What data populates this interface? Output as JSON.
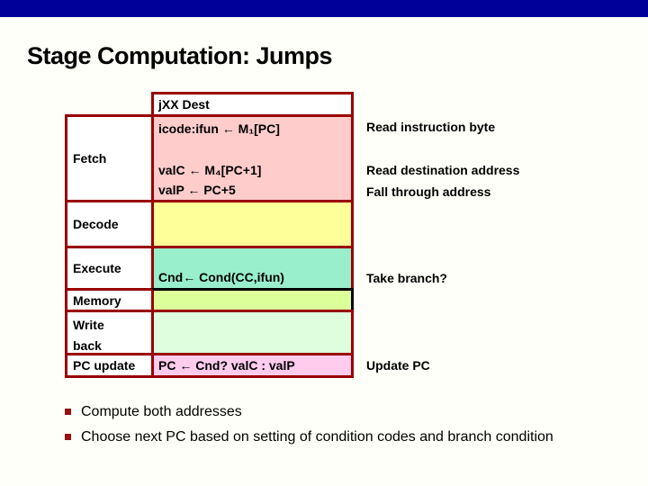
{
  "title": "Stage Computation: Jumps",
  "colors": {
    "top_bar": "#000099",
    "table_border": "#990000",
    "memory_highlight_border": "#000000",
    "fetch_bg": "#FFCCCC",
    "decode_bg": "#FFFF99",
    "execute_bg": "#99EECC",
    "memory_bg": "#DDFF99",
    "writeback_bg": "#DDFFDD",
    "pcupdate_bg": "#FFCCEE",
    "bullet_marker": "#991111",
    "background": "#FFFFF9"
  },
  "table": {
    "instruction": "jXX Dest",
    "stages": [
      {
        "label": "Fetch",
        "lines": [
          "icode:ifun ← M₁[PC]",
          "valC ← M₄[PC+1]",
          "valP ← PC+5"
        ]
      },
      {
        "label": "Decode",
        "lines": []
      },
      {
        "label": "Execute",
        "lines": [
          "Cnd← Cond(CC,ifun)"
        ]
      },
      {
        "label": "Memory",
        "lines": []
      },
      {
        "label": "Write back",
        "lines": []
      },
      {
        "label": "PC update",
        "lines": [
          "PC ← Cnd? valC : valP"
        ]
      }
    ]
  },
  "annotations": [
    {
      "text": "Read instruction byte"
    },
    {
      "text": "Read destination address"
    },
    {
      "text": "Fall through address"
    },
    {
      "text": "Take branch?"
    },
    {
      "text": "Update PC"
    }
  ],
  "bullets": [
    "Compute both addresses",
    "Choose next PC based on setting of condition codes and branch condition"
  ]
}
